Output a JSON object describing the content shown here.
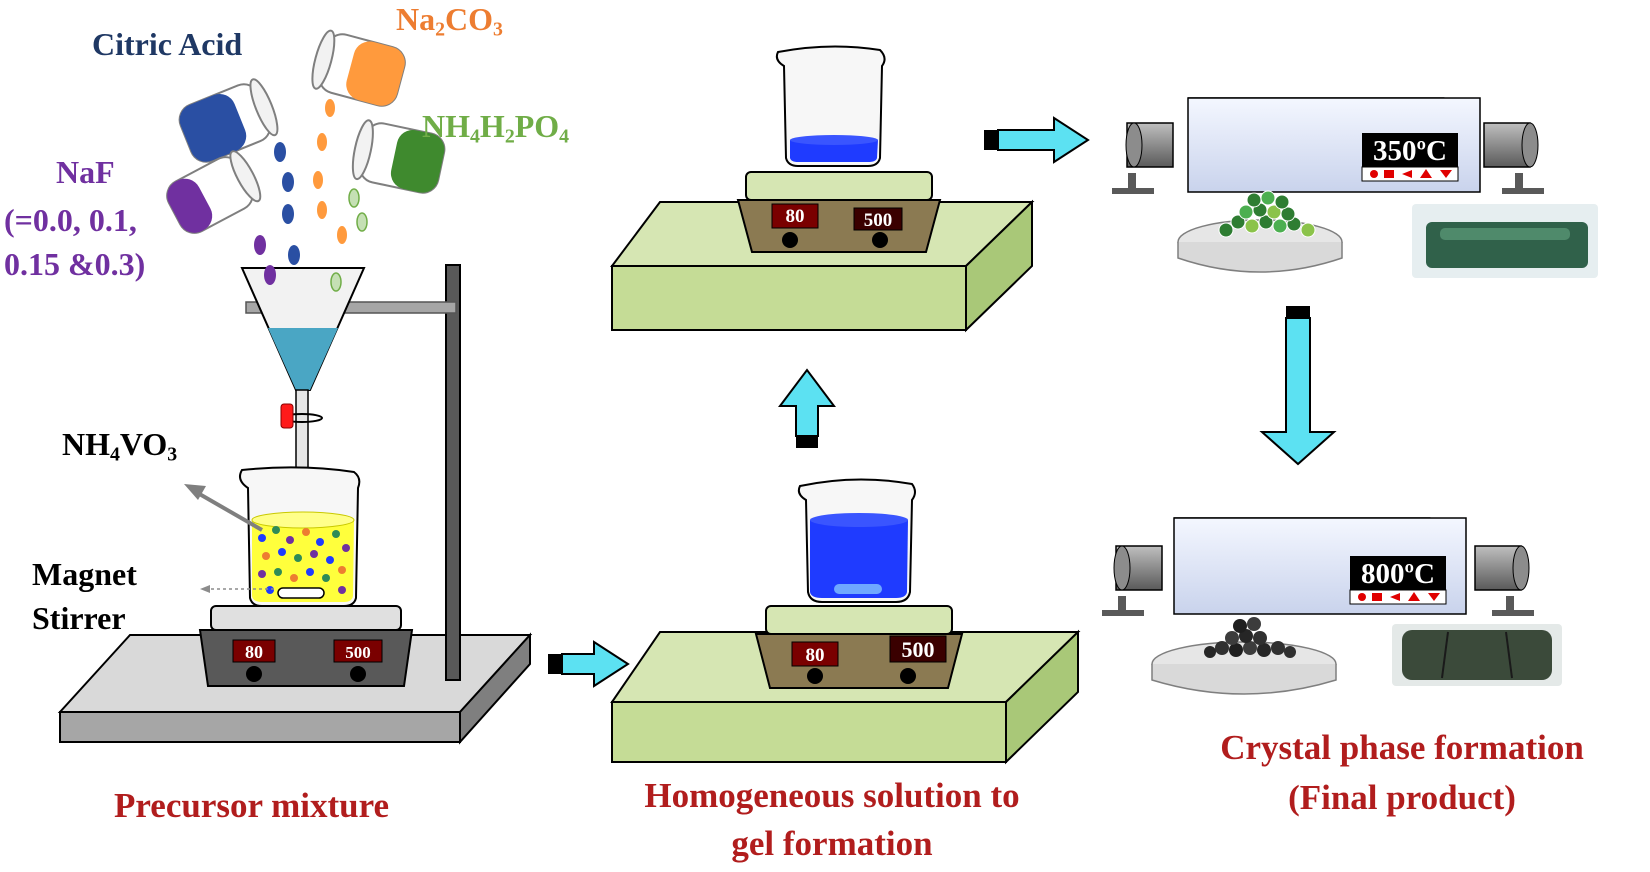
{
  "reagents": {
    "citric_acid": "Citric Acid",
    "na2co3": {
      "base": "Na",
      "sub1": "2",
      "mid": "CO",
      "sub2": "3"
    },
    "nh4h2po4": {
      "a": "NH",
      "s1": "4",
      "b": "H",
      "s2": "2",
      "c": "PO",
      "s3": "4"
    },
    "naf": {
      "name": "NaF",
      "line2": "(=0.0, 0.1,",
      "line3": "0.15 &0.3)"
    },
    "nh4vo3": {
      "a": "NH",
      "s1": "4",
      "b": "VO",
      "s2": "3"
    },
    "magnet_stirrer": {
      "line1": "Magnet",
      "line2": "Stirrer"
    }
  },
  "stirrer_display": {
    "temperature": "80",
    "speed": "500"
  },
  "furnaces": {
    "first_temp": "350ºC",
    "second_temp": "800ºC"
  },
  "stages": {
    "precursor": "Precursor mixture",
    "homogeneous_line1": "Homogeneous solution to",
    "homogeneous_line2": "gel formation",
    "crystal_line1": "Crystal phase formation",
    "crystal_line2": "(Final product)"
  },
  "colors": {
    "stage_label": "#b11d1d",
    "citric_acid": "#1f3864",
    "na2co3": "#ed7d31",
    "nh4h2po4": "#70ad47",
    "naf": "#7030a0",
    "arrow": "#5ce1f2",
    "platform": "#d6e6b3",
    "solution_blue": "#1f3bff",
    "solution_yellow": "#ffff3c"
  }
}
